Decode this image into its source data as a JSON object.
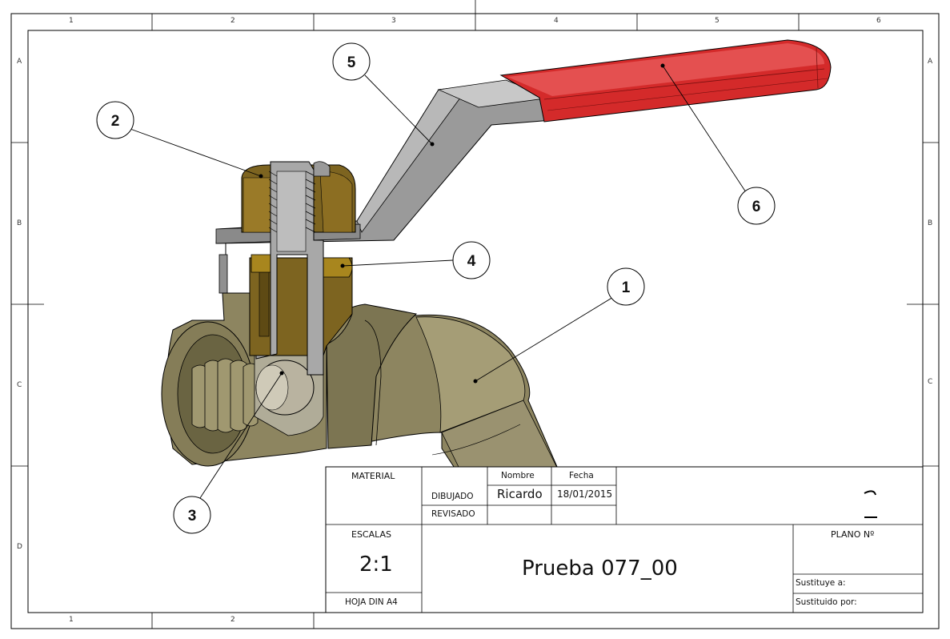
{
  "zones": {
    "top_numbers": [
      "1",
      "2",
      "3",
      "4",
      "5",
      "6"
    ],
    "bottom_numbers": [
      "1",
      "2"
    ],
    "side_letters": [
      "A",
      "B",
      "C",
      "D"
    ]
  },
  "callouts": [
    {
      "number": "1",
      "part": "body"
    },
    {
      "number": "2",
      "part": "nut"
    },
    {
      "number": "3",
      "part": "ball"
    },
    {
      "number": "4",
      "part": "seal"
    },
    {
      "number": "5",
      "part": "lever"
    },
    {
      "number": "6",
      "part": "grip"
    }
  ],
  "colors": {
    "brass": "#8d8560",
    "brass_dark": "#6a6442",
    "nut": "#7d6420",
    "steel": "#a8a8a8",
    "grip": "#d42a2a",
    "line": "#000000"
  },
  "title_block": {
    "material_label": "MATERIAL",
    "nombre_label": "Nombre",
    "fecha_label": "Fecha",
    "dibujado_label": "DIBUJADO",
    "revisado_label": "REVISADO",
    "dibujado_nombre": "Ricardo",
    "dibujado_fecha": "18/01/2015",
    "escalas_label": "ESCALAS",
    "escala_value": "2:1",
    "hoja_label": "HOJA DIN A4",
    "drawing_title": "Prueba 077_00",
    "plano_label": "PLANO Nº",
    "sustituye_label": "Sustituye a:",
    "sustituido_label": "Sustituido por:",
    "logo_glyph": "2"
  }
}
